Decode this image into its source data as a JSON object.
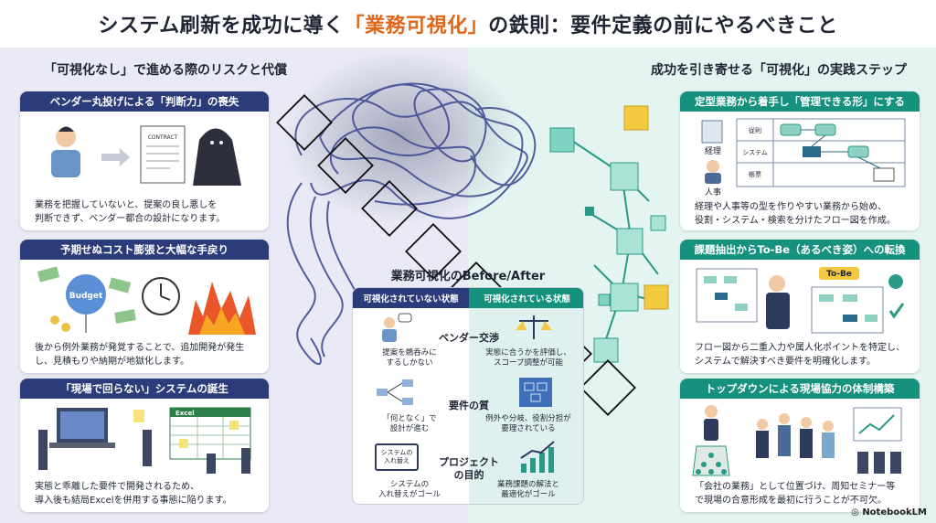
{
  "title": {
    "part1": "システム刷新を成功に導く",
    "highlight": "「業務可視化」",
    "part2": "の鉄則：要件定義の前にやるべきこと"
  },
  "left_header": "「可視化なし」で進める際のリスクと代償",
  "right_header": "成功を引き寄せる「可視化」の実践ステップ",
  "left_cards": [
    {
      "title": "ベンダー丸投げによる「判断力」の喪失",
      "contract_label": "CONTRACT",
      "desc_lines": [
        "業務を把握していないと、提案の良し悪しを",
        "判断できず、ベンダー都合の設計になります。"
      ]
    },
    {
      "title": "予期せぬコスト膨張と大幅な手戻り",
      "budget_label": "Budget",
      "desc_lines": [
        "後から例外業務が発覚することで、追加開発が発生",
        "し、見積もりや納期が地獄化します。"
      ]
    },
    {
      "title": "「現場で回らない」システムの誕生",
      "excel_label": "Excel",
      "desc_lines": [
        "実態と乖離した要件で開発されるため、",
        "導入後も結局Excelを併用する事態に陥ります。"
      ]
    }
  ],
  "right_cards": [
    {
      "title": "定型業務から着手し「管理できる形」にする",
      "lane_labels": [
        "従則",
        "システム",
        "帳票"
      ],
      "role_labels": [
        "経理",
        "人事"
      ],
      "desc_lines": [
        "経理や人事等の型を作りやすい業務から始め、",
        "役割・システム・検索を分けたフロー図を作成。"
      ]
    },
    {
      "title": "課題抽出からTo-Be（あるべき姿）への転換",
      "tobe_label": "To-Be",
      "desc_lines": [
        "フロー図から二重入力や属人化ポイントを特定し、",
        "システムで解決すべき要件を明確化します。"
      ]
    },
    {
      "title": "トップダウンによる現場協力の体制構築",
      "desc_lines": [
        "「会社の業務」として位置づけ、周知セミナー等",
        "で現場の合意形成を最初に行うことが不可欠。"
      ]
    }
  ],
  "before_after": {
    "title": "業務可視化のBefore/After",
    "before_header": "可視化されていない状態",
    "after_header": "可視化されている状態",
    "rows": [
      {
        "label": "ベンダー交渉",
        "before_lines": [
          "提案を鵜呑みに",
          "するしかない"
        ],
        "after_lines": [
          "実態に合うかを評価し、",
          "スコープ調整が可能"
        ]
      },
      {
        "label": "要件の質",
        "before_lines": [
          "「何となく」で",
          "設計が進む"
        ],
        "after_lines": [
          "例外や分岐、役割分担が",
          "要理されている"
        ]
      },
      {
        "label_lines": [
          "プロジェクト",
          "の目的"
        ],
        "before_badge_lines": [
          "システムの",
          "入れ替え"
        ],
        "before_lines": [
          "システムの",
          "入れ替えがゴール"
        ],
        "after_lines": [
          "業務課題の解法と",
          "最適化がゴール"
        ]
      }
    ]
  },
  "logo": "NotebookLM",
  "colors": {
    "navy": "#2c3b7a",
    "teal": "#15917d",
    "orange": "#e0661a",
    "left_bg": "#e9eaf5",
    "right_bg": "#e4f4f1"
  }
}
